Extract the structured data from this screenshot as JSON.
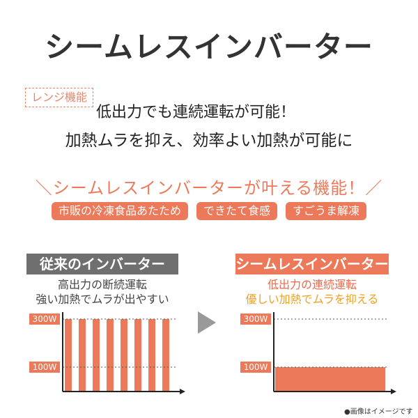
{
  "title": "シームレスインバーター",
  "badge": "レンジ機能",
  "line1": "低出力でも連続運転が可能！",
  "line2": "加熱ムラを抑え、効率よい加熱が可能に",
  "slogan": "＼シームレスインバーターが叶える機能！／",
  "pills": [
    "市販の冷凍食品あたため",
    "できたて食感",
    "すごうま解凍"
  ],
  "left": {
    "header": "従来のインバーター",
    "caption1": "高出力の断続運転",
    "caption2": "強い加熱でムラが出やすい"
  },
  "right": {
    "header": "シームレスインバーター",
    "caption1": "低出力の連続運転",
    "caption2": "優しい加熱でムラを抑える"
  },
  "chart_data": [
    {
      "type": "bar",
      "y_ticks": [
        "300W",
        "100W"
      ],
      "pattern": "intermittent",
      "bar_count": 8,
      "level": "300W"
    },
    {
      "type": "area",
      "y_ticks": [
        "300W",
        "100W"
      ],
      "pattern": "continuous",
      "level": "100W"
    }
  ],
  "colors": {
    "accent": "#ec7a5a",
    "gray": "#6f6f6f",
    "yellow": "#f0a020"
  },
  "note": "●画像はイメージです"
}
